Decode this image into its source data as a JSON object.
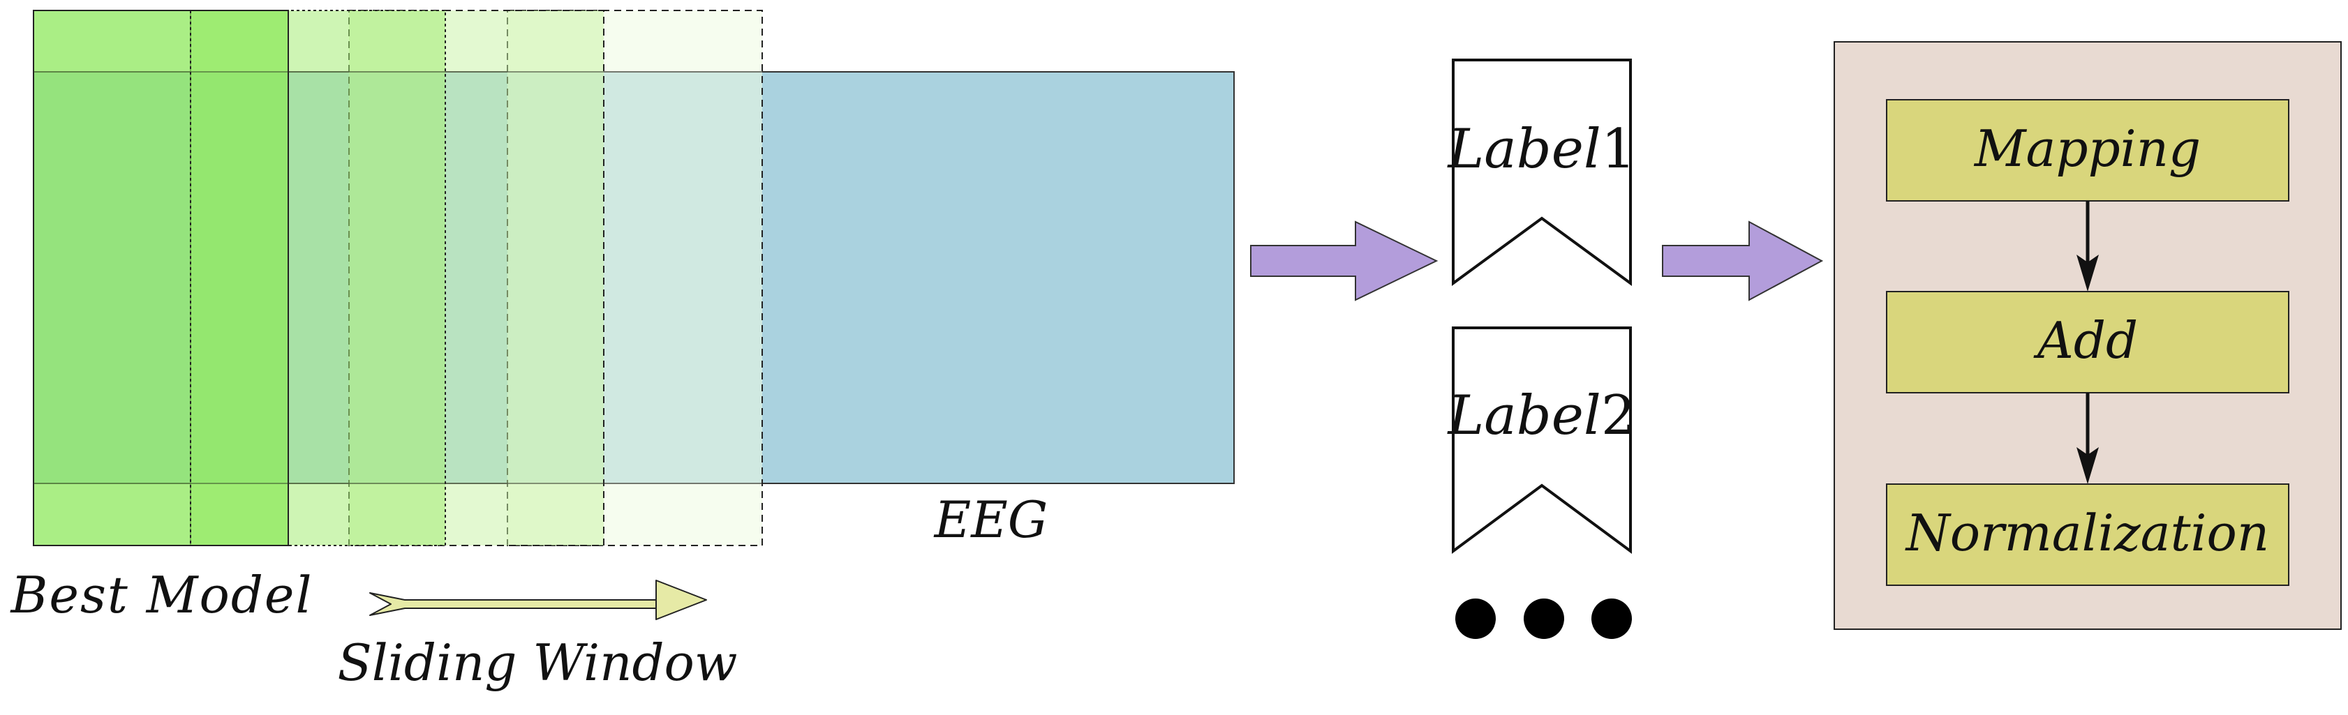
{
  "left_panel": {
    "eeg_label": "EEG",
    "best_model_label": "Best Model",
    "sliding_window_label": "Sliding Window"
  },
  "labels": [
    {
      "name": "Label",
      "index": "1"
    },
    {
      "name": "Label",
      "index": "2"
    }
  ],
  "process": {
    "steps": [
      "Mapping",
      "Add",
      "Normalization"
    ]
  },
  "colors": {
    "eeg": "#aad2df",
    "window_green": "#8ee85c",
    "window_light": "#b6f08c",
    "arrow_purple": "#b39ddb",
    "slider_arrow": "#e6eaa6",
    "process_bg": "#e8dad2",
    "step_fill": "#d9d67c"
  }
}
